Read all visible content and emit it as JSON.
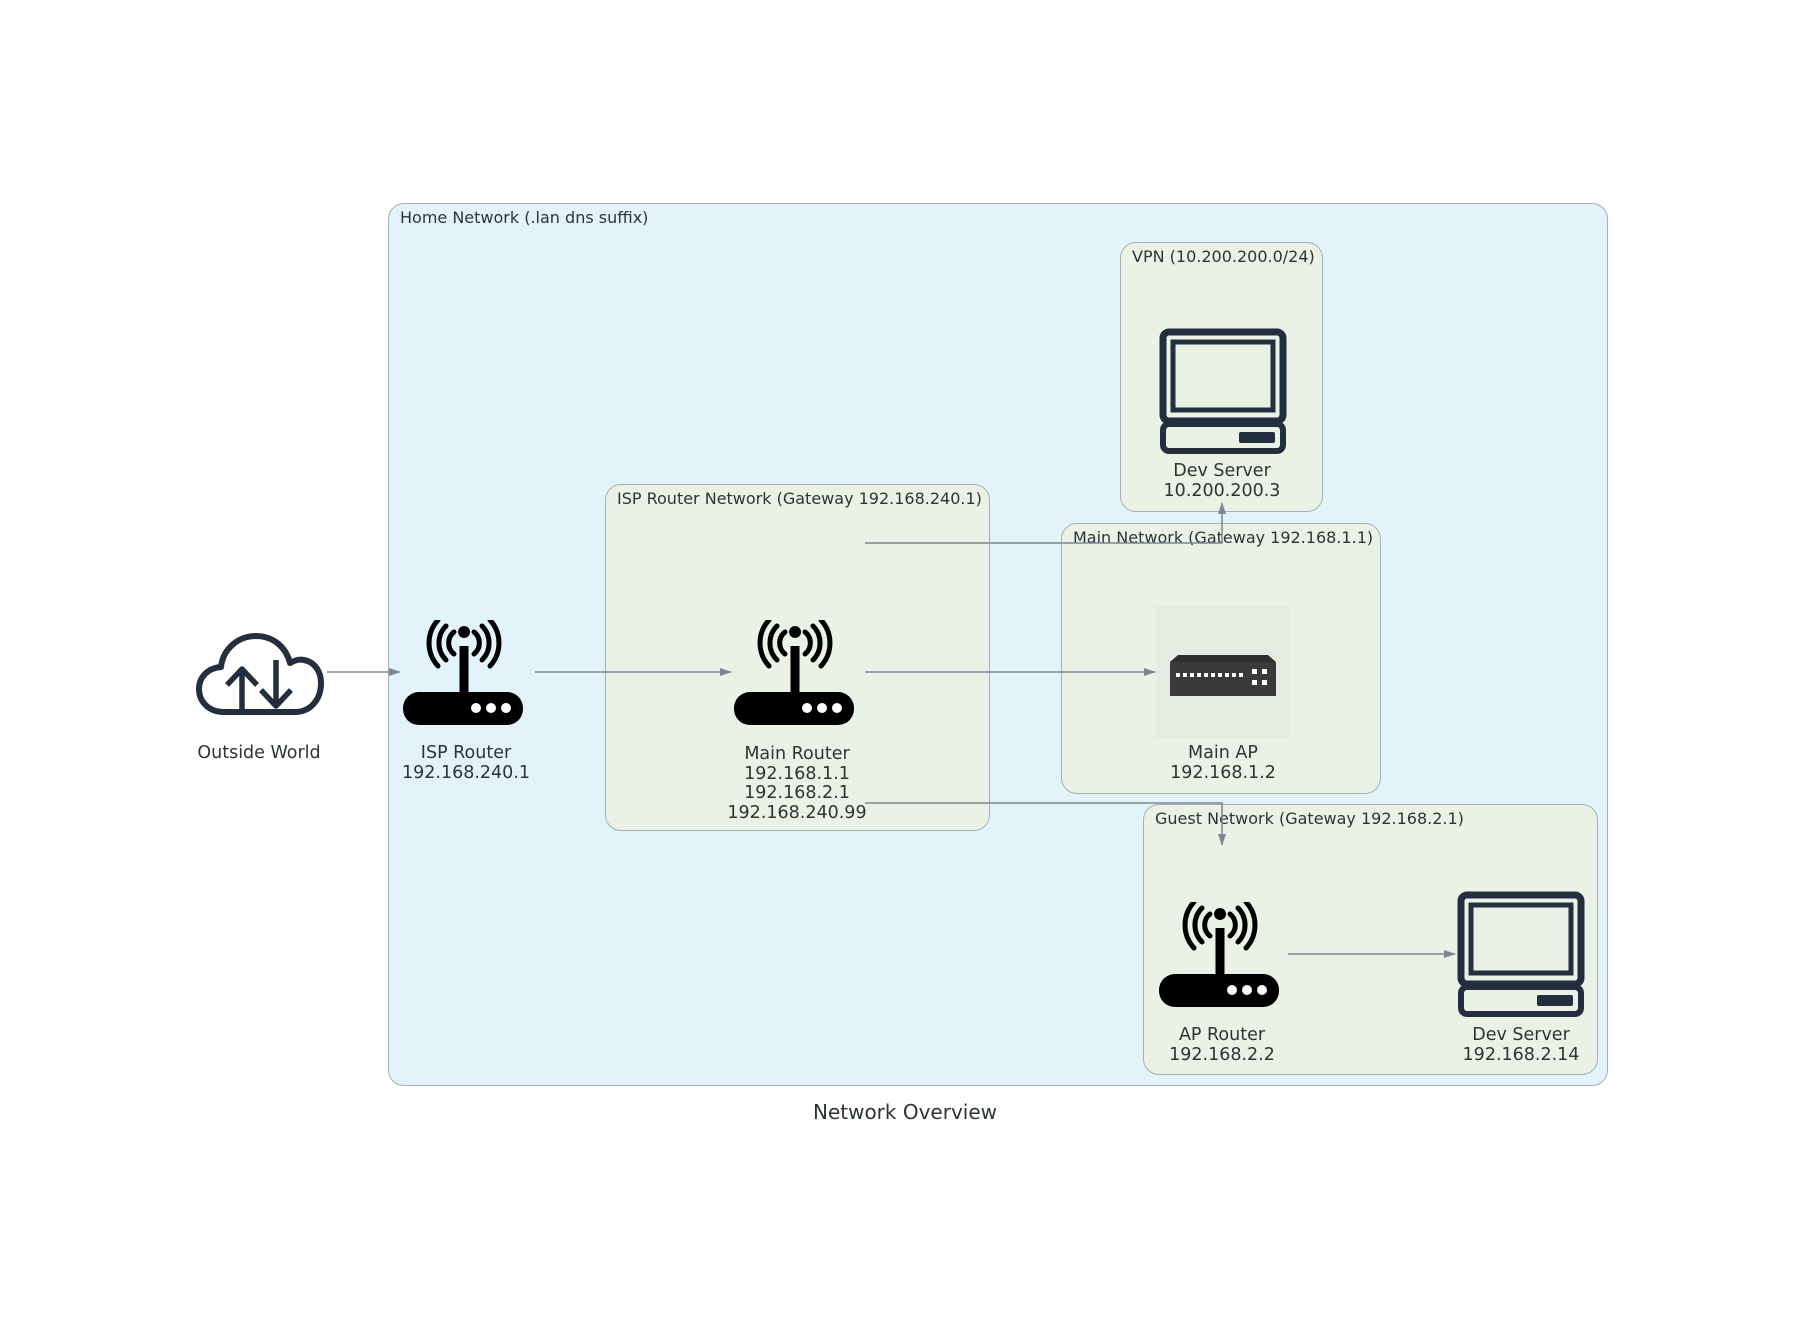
{
  "title": "Network Overview",
  "clusters": {
    "home": "Home Network (.lan dns suffix)",
    "isp": "ISP Router Network (Gateway 192.168.240.1)",
    "vpn": "VPN (10.200.200.0/24)",
    "main": "Main Network (Gateway 192.168.1.1)",
    "guest": "Guest Network (Gateway 192.168.2.1)"
  },
  "nodes": {
    "outside": {
      "name": "Outside World",
      "icon": "cloud-upload-download-icon"
    },
    "isp_router": {
      "name": "ISP Router",
      "ips": [
        "192.168.240.1"
      ],
      "icon": "wifi-router-icon"
    },
    "main_router": {
      "name": "Main Router",
      "ips": [
        "192.168.1.1",
        "192.168.2.1",
        "192.168.240.99"
      ],
      "icon": "wifi-router-icon"
    },
    "main_ap": {
      "name": "Main AP",
      "ips": [
        "192.168.1.2"
      ],
      "icon": "network-switch-icon"
    },
    "vpn_dev": {
      "name": "Dev Server",
      "ips": [
        "10.200.200.3"
      ],
      "icon": "desktop-computer-icon"
    },
    "ap_router": {
      "name": "AP Router",
      "ips": [
        "192.168.2.2"
      ],
      "icon": "wifi-router-icon"
    },
    "guest_dev": {
      "name": "Dev Server",
      "ips": [
        "192.168.2.14"
      ],
      "icon": "desktop-computer-icon"
    }
  },
  "edges": [
    {
      "from": "Outside World",
      "to": "ISP Router"
    },
    {
      "from": "ISP Router",
      "to": "Main Router"
    },
    {
      "from": "Main Router",
      "to": "Main AP"
    },
    {
      "from": "Main Router",
      "to": "Dev Server (VPN)"
    },
    {
      "from": "Main Router",
      "to": "AP Router"
    },
    {
      "from": "AP Router",
      "to": "Dev Server (Guest)"
    }
  ],
  "colors": {
    "home_bg": "#e2f3fa",
    "cluster_bg": "#eaf2e5",
    "border": "#a6b0b3",
    "edge": "#7b8894",
    "icon_dark": "#232f3e"
  }
}
